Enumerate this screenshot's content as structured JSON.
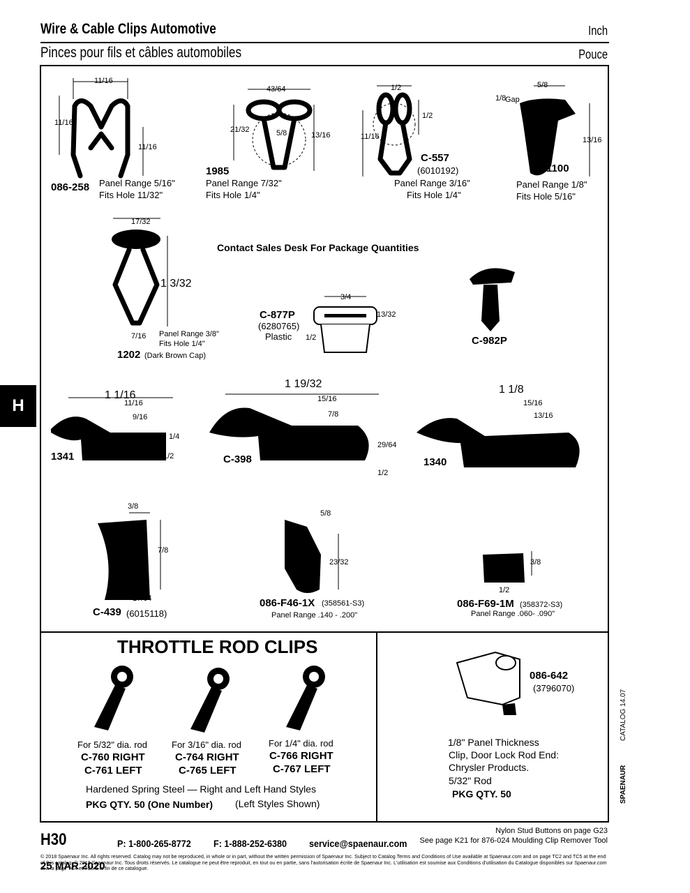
{
  "header": {
    "title_en": "Wire & Cable Clips Automotive",
    "title_fr": "Pinces pour fils et câbles automobiles",
    "unit_en": "Inch",
    "unit_fr": "Pouce"
  },
  "side_tab": "H",
  "contact_note": "Contact Sales Desk For Package Quantities",
  "parts": {
    "p086_258": {
      "number": "086-258",
      "line1": "Panel Range 5/16\"",
      "line2": "Fits Hole 11/32\""
    },
    "p1985": {
      "number": "1985",
      "line1": "Panel Range 7/32\"",
      "line2": "Fits Hole 1/4\""
    },
    "c557": {
      "number": "C-557",
      "ref": "(6010192)",
      "line1": "Panel Range 3/16\"",
      "line2": "Fits Hole 1/4\""
    },
    "p1100": {
      "number": "1100",
      "gap": "Gap",
      "line1": "Panel Range 1/8\"",
      "line2": "Fits Hole 5/16\""
    },
    "p1202": {
      "number": "1202",
      "note": "(Dark Brown Cap)",
      "line1": "Panel Range 3/8\"",
      "line2": "Fits Hole 1/4\""
    },
    "c877p": {
      "number": "C-877P",
      "ref": "(6280765)",
      "material": "Plastic"
    },
    "c982p": {
      "number": "C-982P"
    },
    "p1341": {
      "number": "1341"
    },
    "c398": {
      "number": "C-398"
    },
    "p1340": {
      "number": "1340"
    },
    "c439": {
      "number": "C-439",
      "ref": "(6015118)"
    },
    "f46": {
      "number": "086-F46-1X",
      "ref": "(358561-S3)",
      "range": "Panel Range .140 - .200\""
    },
    "f69": {
      "number": "086-F69-1M",
      "ref": "(358372-S3)",
      "range": "Panel Range .060- .090\""
    }
  },
  "throttle": {
    "title": "THROTTLE ROD CLIPS",
    "items": [
      {
        "rod": "For 5/32\" dia. rod",
        "right": "C-760 RIGHT",
        "left": "C-761 LEFT"
      },
      {
        "rod": "For 3/16\" dia. rod",
        "right": "C-764 RIGHT",
        "left": "C-765 LEFT"
      },
      {
        "rod": "For 1/4\" dia. rod",
        "right": "C-766 RIGHT",
        "left": "C-767 LEFT"
      }
    ],
    "material": "Hardened Spring Steel — Right and Left Hand Styles",
    "pkg": "PKG QTY. 50 (One Number)",
    "styles": "(Left Styles Shown)"
  },
  "door_clip": {
    "number": "086-642",
    "ref": "(3796070)",
    "line1": "1/8\" Panel Thickness",
    "line2": "Clip, Door Lock Rod End:",
    "line3": "Chrysler Products.",
    "line4": "5/32\" Rod",
    "pkg": "PKG QTY. 50"
  },
  "side_catalog": "CATALOG 14.07",
  "side_brand": "SPAENAUR",
  "footer": {
    "page": "H30",
    "phone": "P: 1-800-265-8772",
    "fax": "F: 1-888-252-6380",
    "email": "service@spaenaur.com",
    "note1": "Nylon Stud Buttons on page G23",
    "note2": "See page K21 for 876-024 Moulding Clip Remover Tool",
    "legal": "© 2018 Spaenaur Inc. All rights reserved. Catalog may not be reproduced, in whole or in part, without the written permission of Spaenaur Inc. Subject to Catalog Terms and Conditions of Use available at Spaenaur.com and on page TC2 and TC5 at the end of this catalog. © 2018 Spaenaur Inc. Tous droits réservés. Le catalogue ne peut être reproduit, en tout ou en partie, sans l'autorisation écrite de Spaenaur Inc. L'utilisation est soumise aux Conditions d'utilisation du Catalogue disponibles sur Spaenaur.com et à la page TC4 et TC5 à la fin de ce catalogue.",
    "stamp": "25 MAR 2020"
  }
}
